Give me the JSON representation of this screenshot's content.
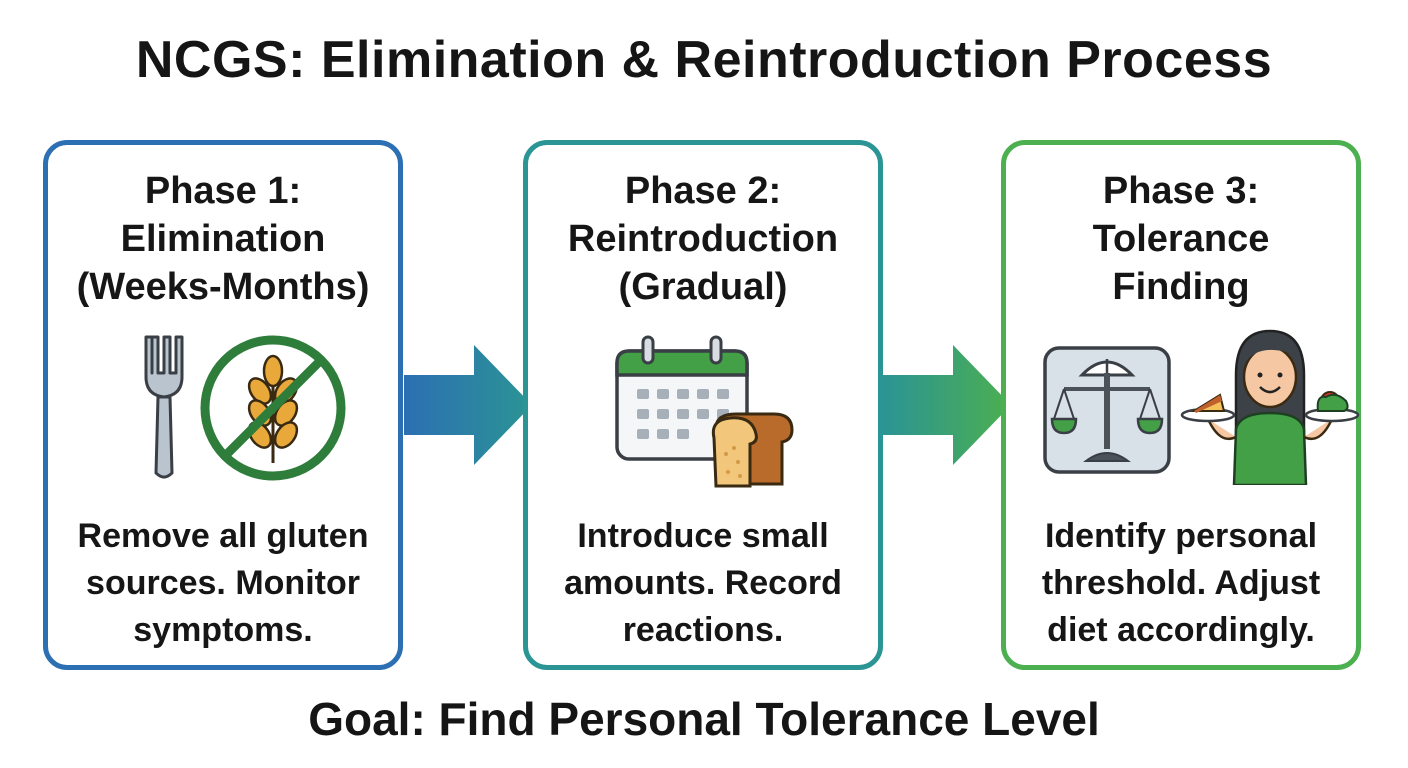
{
  "title": "NCGS: Elimination & Reintroduction Process",
  "phases": [
    {
      "title_lines": [
        "Phase 1:",
        "Elimination",
        "(Weeks-Months)"
      ],
      "desc_lines": [
        "Remove all gluten",
        "sources. Monitor",
        "symptoms."
      ],
      "color": "#2c6fb3",
      "icons": [
        "fork-icon",
        "no-gluten-wheat-icon"
      ]
    },
    {
      "title_lines": [
        "Phase 2:",
        "Reintroduction",
        "(Gradual)"
      ],
      "desc_lines": [
        "Introduce small",
        "amounts. Record",
        "reactions."
      ],
      "color": "#2b9494",
      "icons": [
        "calendar-icon",
        "bread-icon"
      ]
    },
    {
      "title_lines": [
        "Phase 3:",
        "Tolerance",
        "Finding"
      ],
      "desc_lines": [
        "Identify personal",
        "threshold. Adjust",
        "diet accordingly."
      ],
      "color": "#4caf50",
      "icons": [
        "balance-scale-icon",
        "person-with-food-icon"
      ]
    }
  ],
  "arrows": [
    {
      "from_color": "#2c6fb3",
      "to_color": "#2b9494"
    },
    {
      "from_color": "#2b9494",
      "to_color": "#4caf50"
    }
  ],
  "goal": "Goal: Find Personal Tolerance Level"
}
